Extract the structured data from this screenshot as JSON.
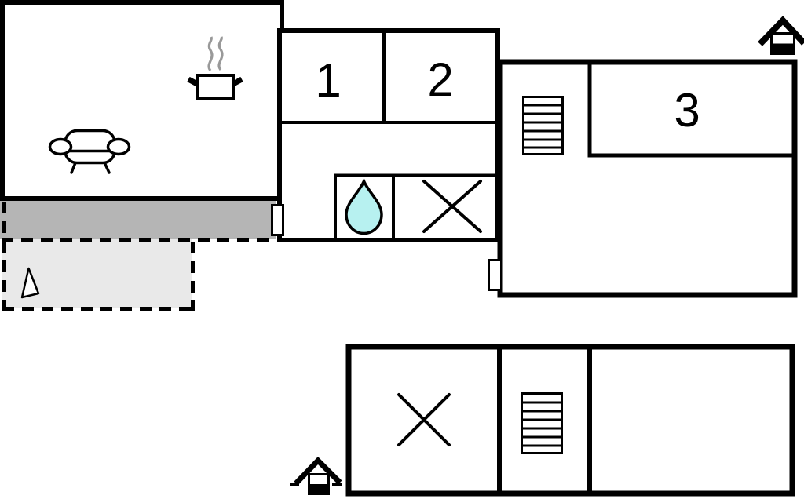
{
  "diagram_type": "apartment-floor-plan",
  "rooms": {
    "room1": {
      "label": "1"
    },
    "room2": {
      "label": "2"
    },
    "room3": {
      "label": "3"
    }
  },
  "colors": {
    "wall": "#000000",
    "background": "#ffffff",
    "terrace_dark": "#b5b5b5",
    "terrace_light": "#e9e9e9",
    "water_drop_fill": "#b7f1f0",
    "steam": "#999999"
  },
  "icons": [
    "sofa-icon",
    "cooking-pot-icon",
    "steam-icon",
    "water-drop-icon",
    "window-cross-icon-upper",
    "window-cross-icon-lower",
    "stairs-icon-upper",
    "stairs-icon-lower",
    "entrance-house-icon-upper",
    "entrance-house-icon-lower",
    "north-arrow-icon",
    "door-icon-terrace",
    "door-icon-right-building"
  ]
}
